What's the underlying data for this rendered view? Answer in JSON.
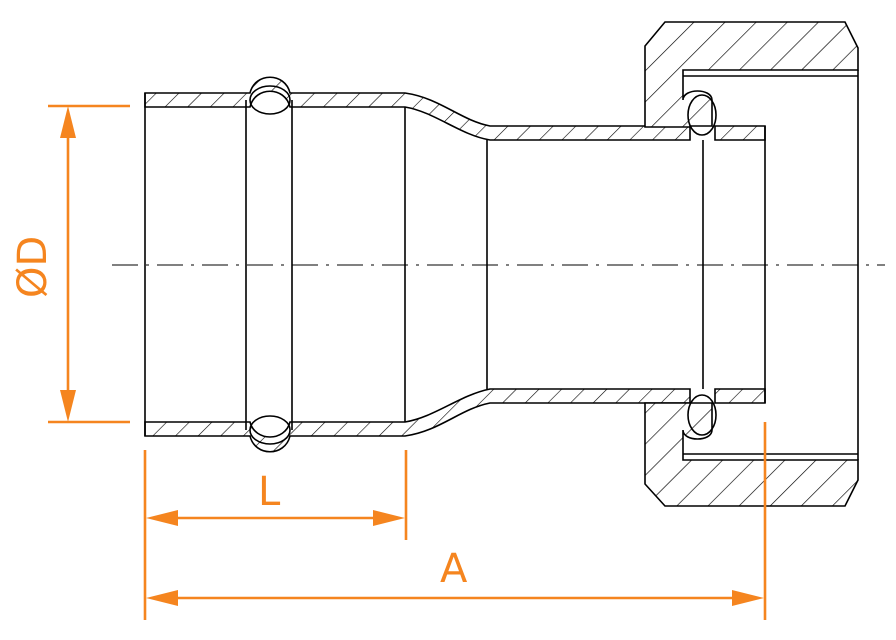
{
  "drawing": {
    "dimensions": {
      "diameter_label": "ØD",
      "length_label": "L",
      "overall_label": "A"
    },
    "colors": {
      "outline": "#000000",
      "dimension": "#f5851f",
      "background": "#ffffff"
    }
  }
}
